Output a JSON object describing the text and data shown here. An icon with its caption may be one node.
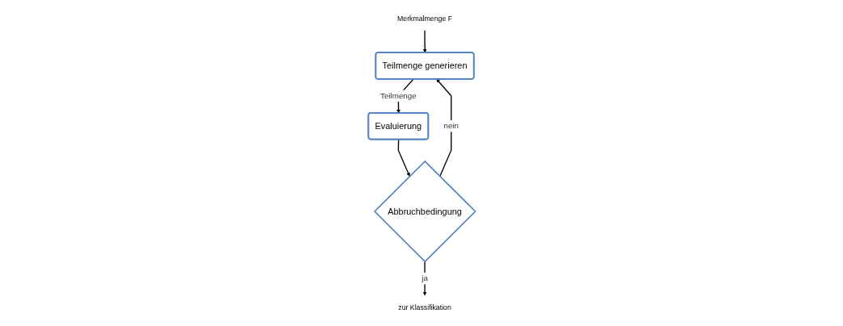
{
  "diagram": {
    "nodes": [
      {
        "text": [
          "Merkmalmenge F"
        ]
      },
      {
        "text": [
          "Teilmenge generieren"
        ]
      },
      {
        "text": [
          "Evaluierung"
        ]
      },
      {
        "text": [
          "Abbruchbedingung"
        ]
      },
      {
        "text": [
          "zur Klassifikation"
        ]
      }
    ],
    "edges": [
      {
        "from": 0,
        "to": 1,
        "arrow": "to"
      },
      {
        "from": 1,
        "to": 2,
        "arrow": "to",
        "label": "Teilmenge"
      },
      {
        "from": 2,
        "to": 3,
        "arrow": "to"
      },
      {
        "from": 3,
        "to": 1,
        "arrow": "to",
        "label": "nein"
      },
      {
        "from": 3,
        "to": 4,
        "arrow": "to",
        "label": "ja"
      }
    ]
  }
}
